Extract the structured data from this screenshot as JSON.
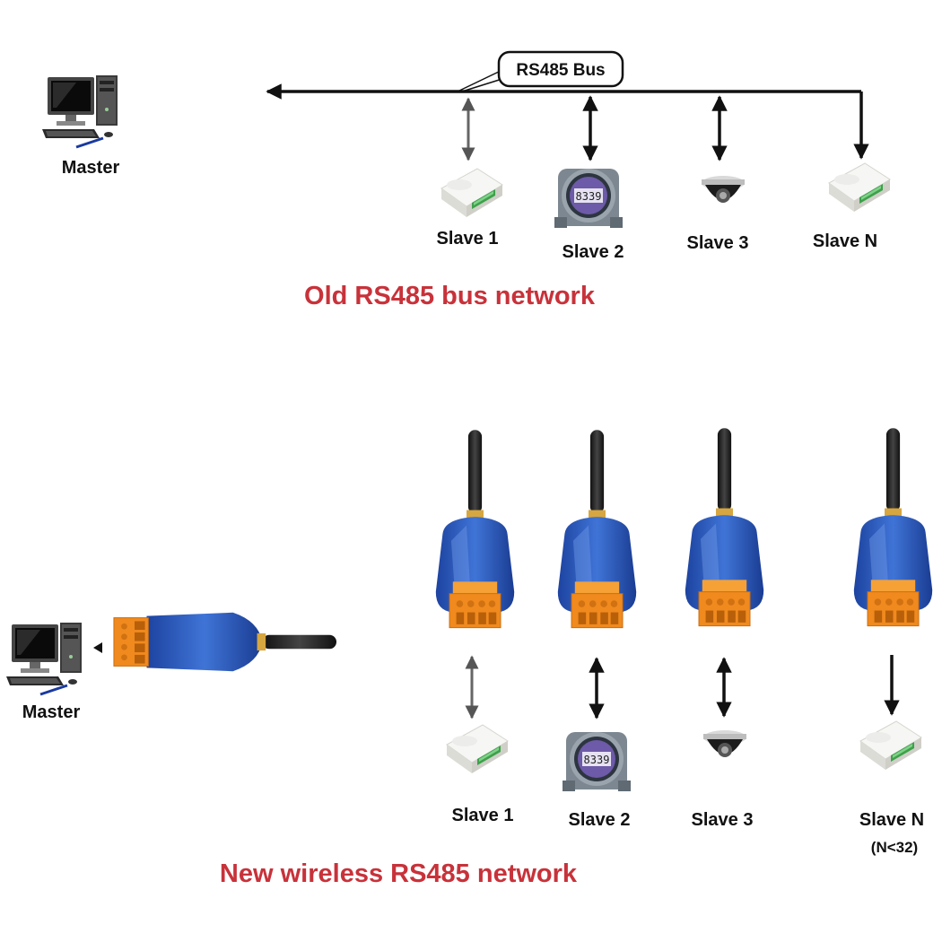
{
  "old_network": {
    "master_label": "Master",
    "bus_label": "RS485 Bus",
    "slaves": [
      {
        "label": "Slave 1",
        "device": "scale-terminal-icon"
      },
      {
        "label": "Slave 2",
        "device": "meter-icon"
      },
      {
        "label": "Slave 3",
        "device": "dome-camera-icon"
      },
      {
        "label": "Slave N",
        "device": "scale-terminal-icon"
      }
    ],
    "meter_reading": "8339",
    "title": "Old RS485 bus network"
  },
  "new_network": {
    "master_label": "Master",
    "slaves": [
      {
        "label": "Slave 1",
        "device": "scale-terminal-icon"
      },
      {
        "label": "Slave 2",
        "device": "meter-icon"
      },
      {
        "label": "Slave 3",
        "device": "dome-camera-icon"
      },
      {
        "label": "Slave N",
        "device": "scale-terminal-icon",
        "note": "(N<32)"
      }
    ],
    "meter_reading": "8339",
    "title": "New wireless RS485 network"
  },
  "colors": {
    "title": "#c8323a",
    "module_blue": "#2a58b8",
    "terminal_orange": "#f08a1e",
    "antenna": "#222222",
    "line": "#111111"
  }
}
